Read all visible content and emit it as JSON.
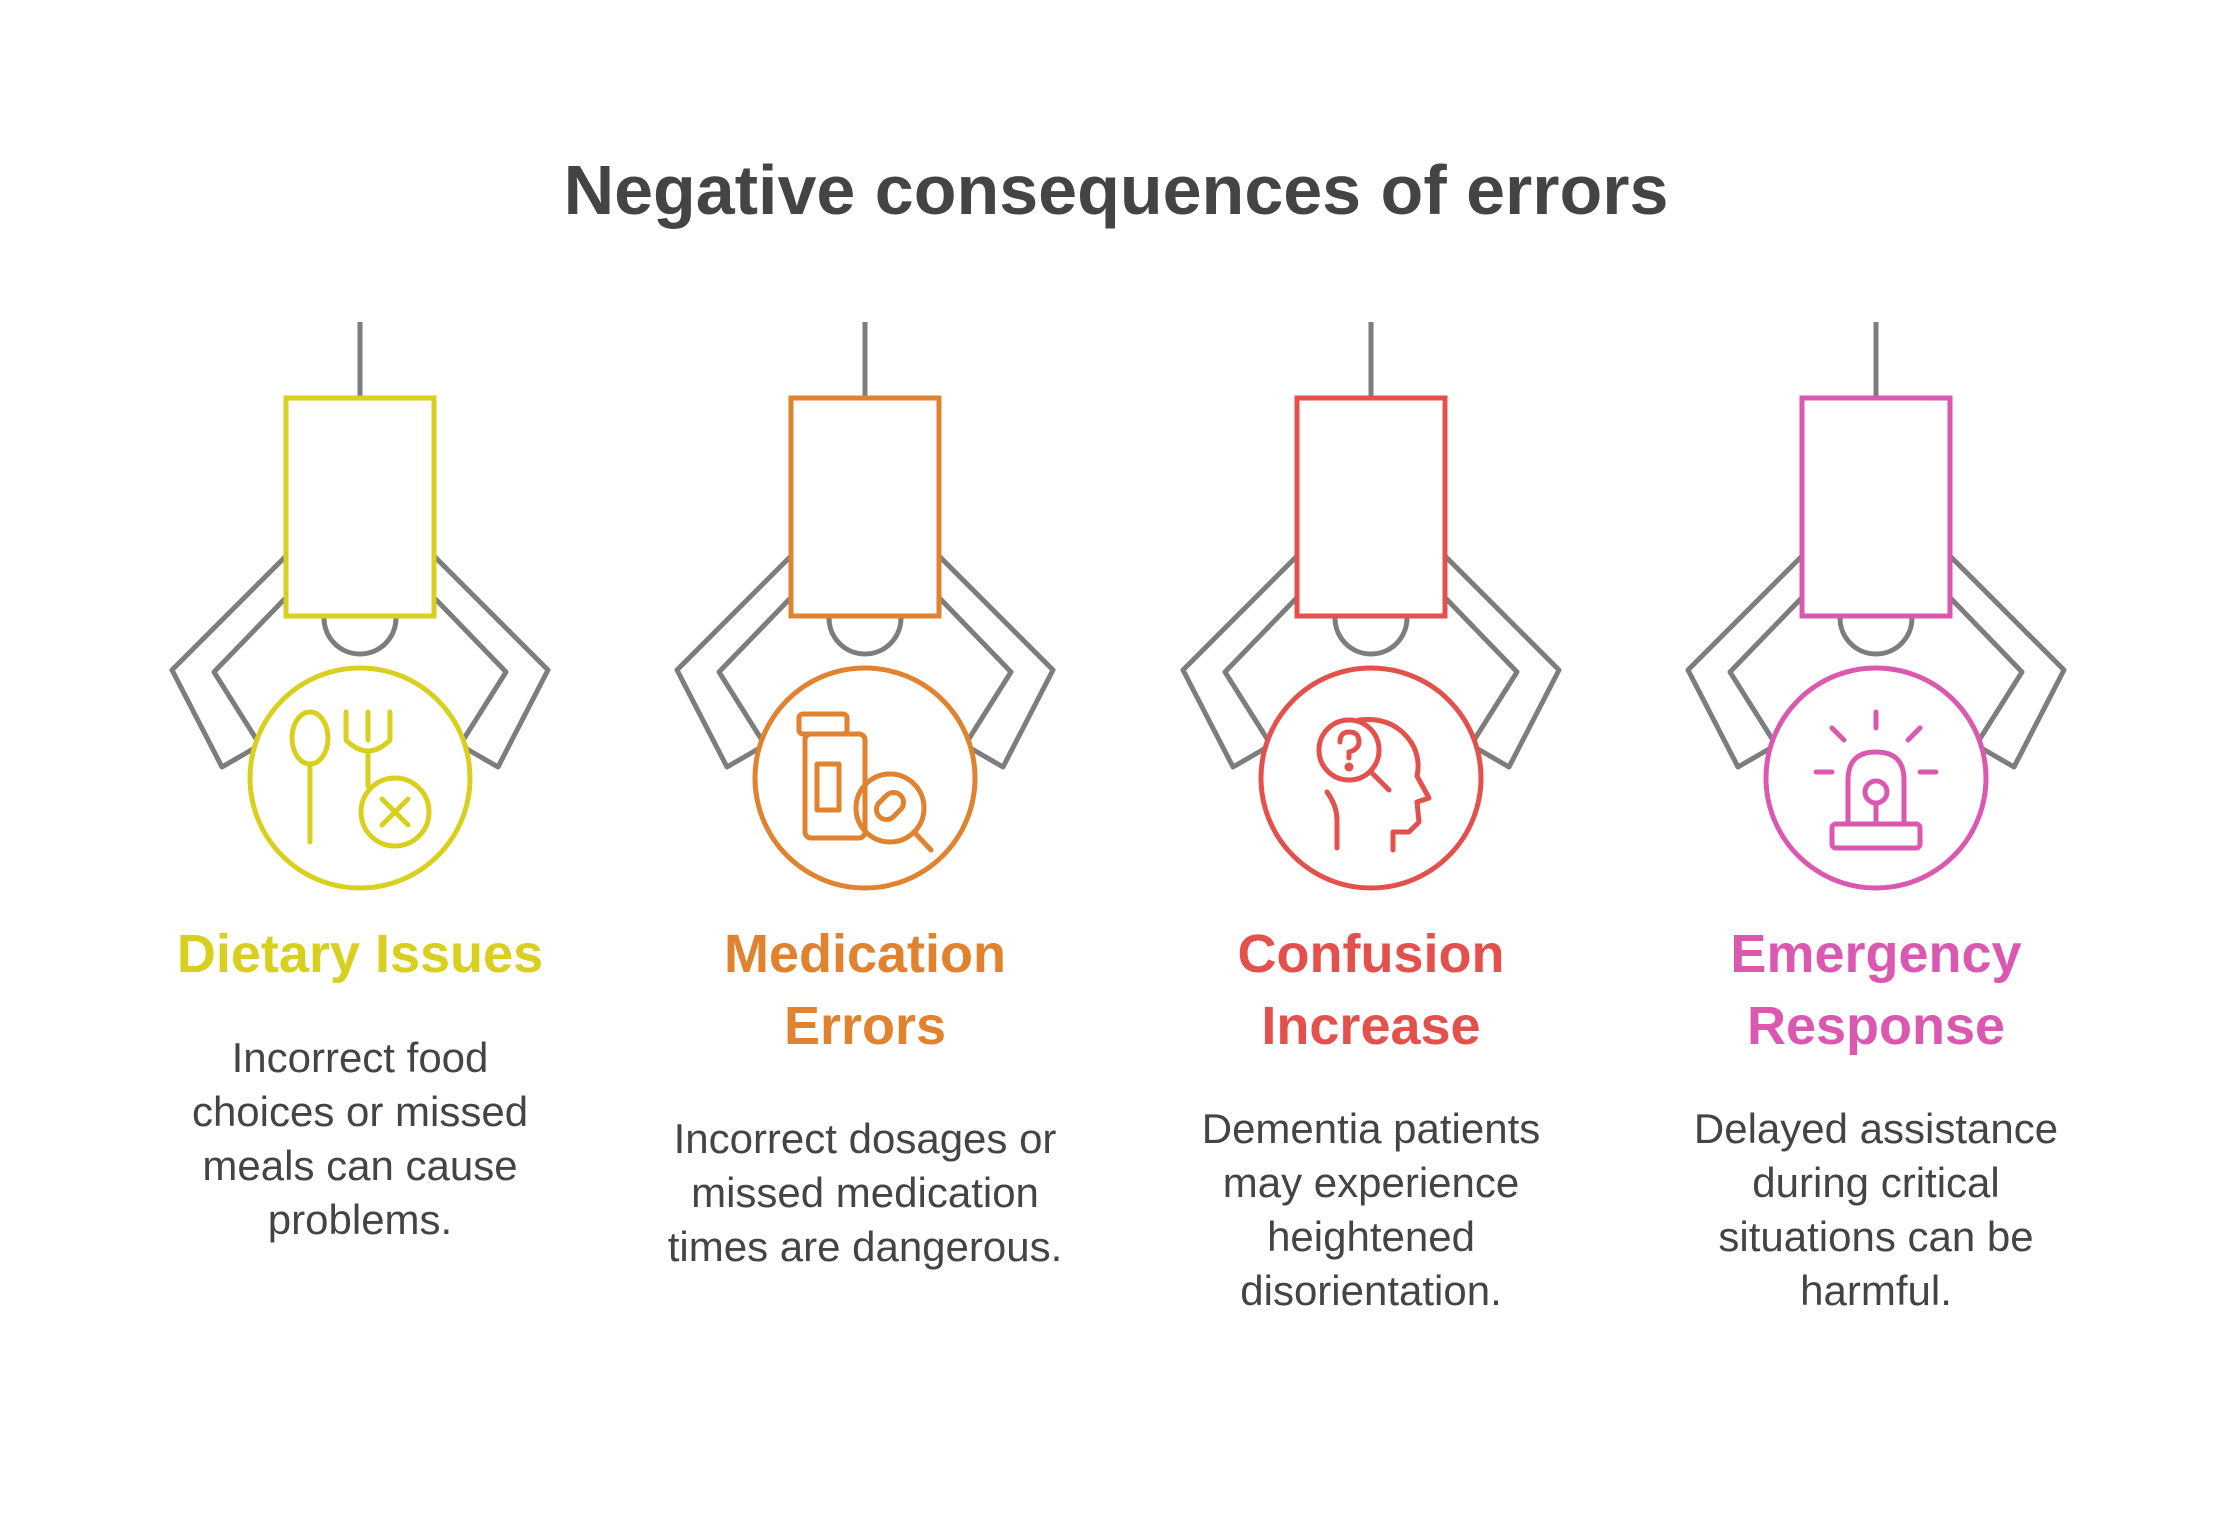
{
  "title": "Negative consequences of errors",
  "colors": {
    "arm": "#7d7d7d",
    "text": "#444444"
  },
  "items": [
    {
      "heading": [
        "Dietary Issues"
      ],
      "description": [
        "Incorrect food",
        "choices or missed",
        "meals can cause",
        "problems."
      ],
      "color": "#d9cf1f",
      "icon": "utensils-cross-icon"
    },
    {
      "heading": [
        "Medication",
        "Errors"
      ],
      "description": [
        "Incorrect dosages or",
        "missed medication",
        "times are dangerous."
      ],
      "color": "#e0822e",
      "icon": "pill-bottle-magnifier-icon"
    },
    {
      "heading": [
        "Confusion",
        "Increase"
      ],
      "description": [
        "Dementia patients",
        "may experience",
        "heightened",
        "disorientation."
      ],
      "color": "#e4504b",
      "icon": "head-question-icon"
    },
    {
      "heading": [
        "Emergency",
        "Response"
      ],
      "description": [
        "Delayed assistance",
        "during critical",
        "situations can be",
        "harmful."
      ],
      "color": "#db58b0",
      "icon": "siren-alarm-icon"
    }
  ]
}
